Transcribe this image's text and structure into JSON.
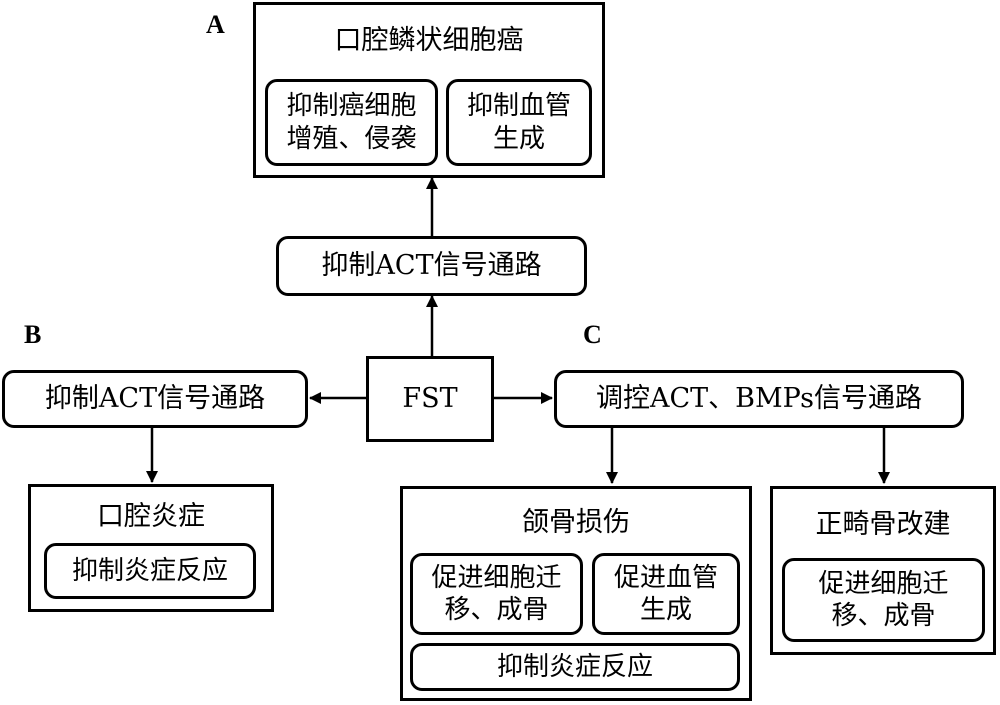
{
  "labels": {
    "a": "A",
    "b": "B",
    "c": "C"
  },
  "center": "FST",
  "branch_a": {
    "pathway": "抑制ACT信号通路",
    "title": "口腔鳞状细胞癌",
    "effect1": {
      "line1": "抑制癌细胞",
      "line2": "增殖、侵袭"
    },
    "effect2": {
      "line1": "抑制血管",
      "line2": "生成"
    }
  },
  "branch_b": {
    "pathway": "抑制ACT信号通路",
    "title": "口腔炎症",
    "effect1": "抑制炎症反应"
  },
  "branch_c": {
    "pathway": "调控ACT、BMPs信号通路",
    "left": {
      "title": "颌骨损伤",
      "effect1": {
        "line1": "促进细胞迁",
        "line2": "移、成骨"
      },
      "effect2": {
        "line1": "促进血管",
        "line2": "生成"
      },
      "effect3": "抑制炎症反应"
    },
    "right": {
      "title": "正畸骨改建",
      "effect1": {
        "line1": "促进细胞迁",
        "line2": "移、成骨"
      }
    }
  }
}
